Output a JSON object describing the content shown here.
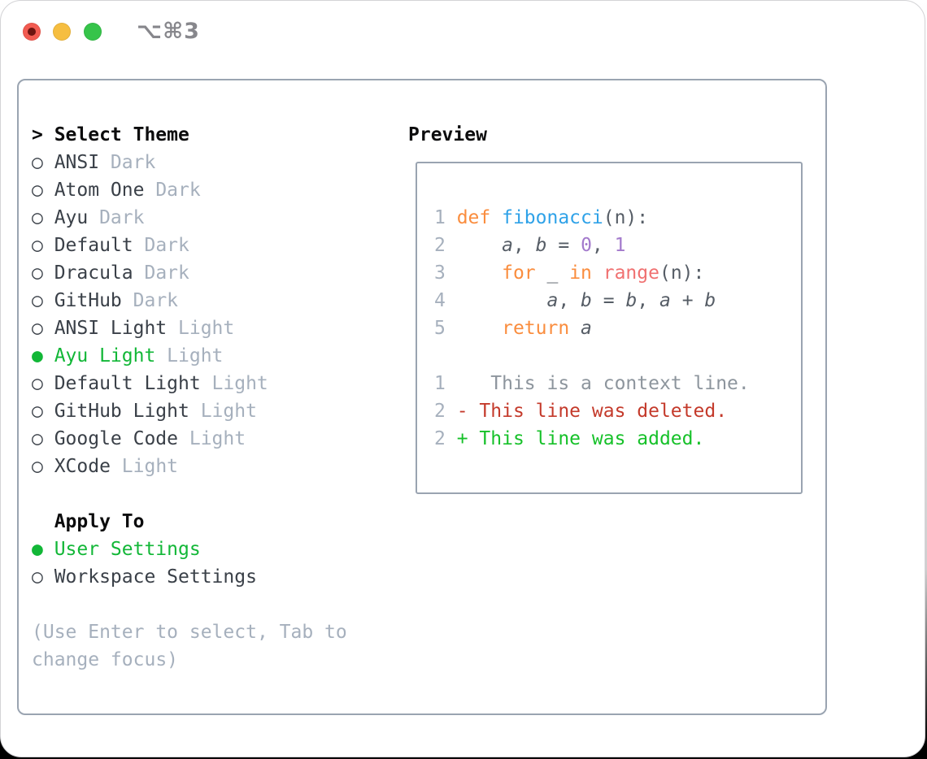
{
  "colors": {
    "red": "#f25b51",
    "redinner": "#6d1410",
    "yellow": "#f6be40",
    "greenlight": "#36c44a",
    "titlegray": "#87878c",
    "border": "#9aa4b1",
    "dark": "#3a4048",
    "header": "#0c0c0d",
    "mute": "#a6b0bd",
    "green": "#12b737",
    "kw": "#fa8d3e",
    "fn": "#2fa2e8",
    "numc": "#a37acc",
    "bi": "#f07171",
    "codetx": "#565d66",
    "ctx": "#8d959d",
    "del": "#c43a2b",
    "add": "#16c129"
  },
  "window": {
    "title": "⌥⌘3"
  },
  "theme_panel": {
    "header_marker": ">",
    "header_label": "Select Theme",
    "themes": [
      {
        "marker": "○",
        "name": "ANSI",
        "variant": "Dark",
        "selected": false
      },
      {
        "marker": "○",
        "name": "Atom One",
        "variant": "Dark",
        "selected": false
      },
      {
        "marker": "○",
        "name": "Ayu",
        "variant": "Dark",
        "selected": false
      },
      {
        "marker": "○",
        "name": "Default",
        "variant": "Dark",
        "selected": false
      },
      {
        "marker": "○",
        "name": "Dracula",
        "variant": "Dark",
        "selected": false
      },
      {
        "marker": "○",
        "name": "GitHub",
        "variant": "Dark",
        "selected": false
      },
      {
        "marker": "○",
        "name": "ANSI Light",
        "variant": "Light",
        "selected": false
      },
      {
        "marker": "●",
        "name": "Ayu Light",
        "variant": "Light",
        "selected": true
      },
      {
        "marker": "○",
        "name": "Default Light",
        "variant": "Light",
        "selected": false
      },
      {
        "marker": "○",
        "name": "GitHub Light",
        "variant": "Light",
        "selected": false
      },
      {
        "marker": "○",
        "name": "Google Code",
        "variant": "Light",
        "selected": false
      },
      {
        "marker": "○",
        "name": "XCode",
        "variant": "Light",
        "selected": false
      }
    ],
    "apply_to": {
      "label": "Apply To",
      "options": [
        {
          "marker": "●",
          "name": "User Settings",
          "selected": true
        },
        {
          "marker": "○",
          "name": "Workspace Settings",
          "selected": false
        }
      ]
    },
    "hint_lines": [
      "(Use Enter to select, Tab to",
      "change focus)"
    ]
  },
  "preview": {
    "title": "Preview",
    "code_lines": [
      {
        "t": [
          {
            "s": "1 ",
            "c": "ln"
          },
          {
            "s": "def ",
            "c": "kw"
          },
          {
            "s": "fibonacci",
            "c": "fn"
          },
          {
            "s": "(n):",
            "c": "tx"
          }
        ]
      },
      {
        "t": [
          {
            "s": "2 ",
            "c": "ln"
          },
          {
            "s": "    ",
            "c": "tx"
          },
          {
            "s": "a",
            "c": "var"
          },
          {
            "s": ", ",
            "c": "tx"
          },
          {
            "s": "b",
            "c": "var"
          },
          {
            "s": " = ",
            "c": "tx"
          },
          {
            "s": "0",
            "c": "num"
          },
          {
            "s": ", ",
            "c": "tx"
          },
          {
            "s": "1",
            "c": "num"
          }
        ]
      },
      {
        "t": [
          {
            "s": "3 ",
            "c": "ln"
          },
          {
            "s": "    ",
            "c": "tx"
          },
          {
            "s": "for ",
            "c": "kw"
          },
          {
            "s": "_ ",
            "c": "tx"
          },
          {
            "s": "in ",
            "c": "kw"
          },
          {
            "s": "range",
            "c": "bi"
          },
          {
            "s": "(n):",
            "c": "tx"
          }
        ]
      },
      {
        "t": [
          {
            "s": "4 ",
            "c": "ln"
          },
          {
            "s": "        ",
            "c": "tx"
          },
          {
            "s": "a",
            "c": "var"
          },
          {
            "s": ", ",
            "c": "tx"
          },
          {
            "s": "b",
            "c": "var"
          },
          {
            "s": " = ",
            "c": "tx"
          },
          {
            "s": "b",
            "c": "var"
          },
          {
            "s": ", ",
            "c": "tx"
          },
          {
            "s": "a",
            "c": "var"
          },
          {
            "s": " + ",
            "c": "tx"
          },
          {
            "s": "b",
            "c": "var"
          }
        ]
      },
      {
        "t": [
          {
            "s": "5 ",
            "c": "ln"
          },
          {
            "s": "    ",
            "c": "tx"
          },
          {
            "s": "return ",
            "c": "kw"
          },
          {
            "s": "a",
            "c": "var"
          }
        ]
      },
      {
        "t": []
      },
      {
        "t": [
          {
            "s": "1 ",
            "c": "ln"
          },
          {
            "s": "   This is a context line.",
            "c": "ctx"
          }
        ]
      },
      {
        "t": [
          {
            "s": "2 ",
            "c": "ln"
          },
          {
            "s": "- This line was deleted.",
            "c": "del"
          }
        ]
      },
      {
        "t": [
          {
            "s": "2 ",
            "c": "ln"
          },
          {
            "s": "+ This line was added.",
            "c": "add"
          }
        ]
      }
    ]
  }
}
